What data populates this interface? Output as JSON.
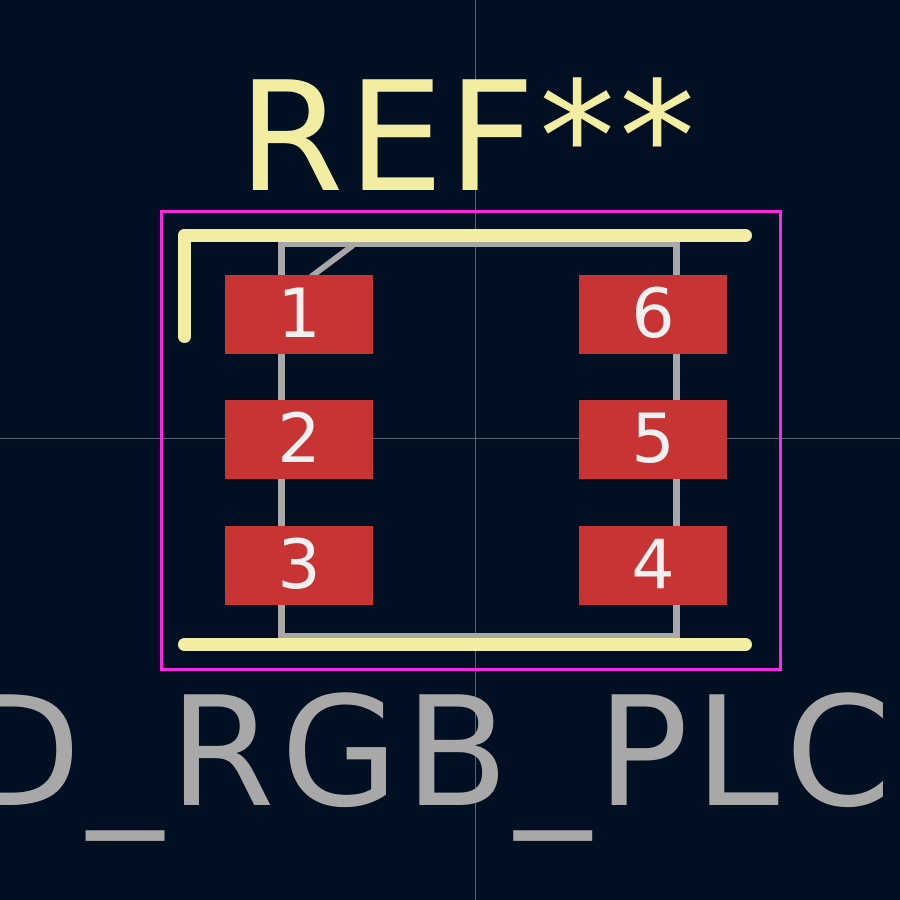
{
  "reference": {
    "text": "REF**"
  },
  "value": {
    "text": "D_RGB_PLCC"
  },
  "pads": [
    {
      "number": "1"
    },
    {
      "number": "2"
    },
    {
      "number": "3"
    },
    {
      "number": "4"
    },
    {
      "number": "5"
    },
    {
      "number": "6"
    }
  ],
  "colors": {
    "background": "#001023",
    "silkscreen": "#f2eda1",
    "pad": "#c83434",
    "courtyard": "#ff26e2",
    "fabrication": "#a8a8a8",
    "crosshair": "#5a6472"
  }
}
